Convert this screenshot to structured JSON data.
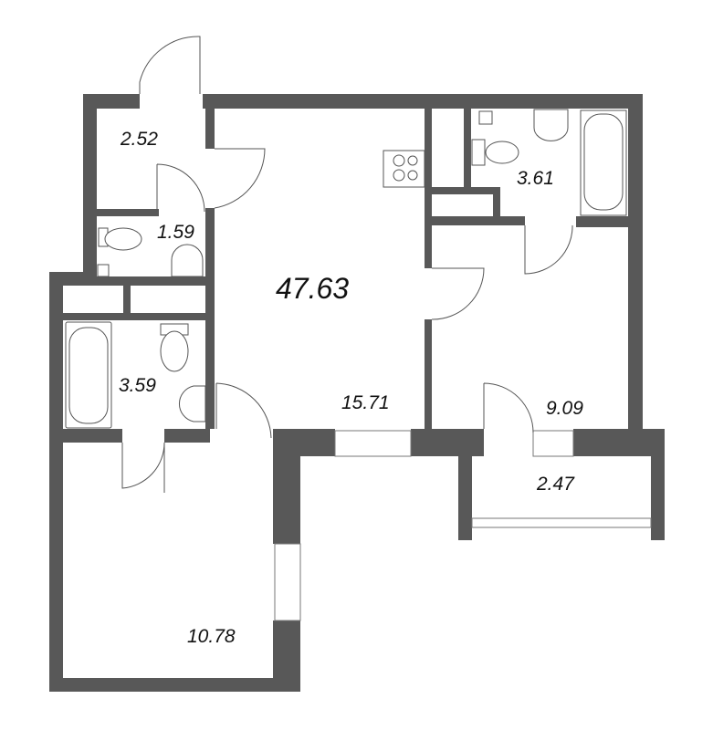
{
  "plan": {
    "total_area": "47.63",
    "rooms": [
      {
        "id": "hallway",
        "area": "2.52"
      },
      {
        "id": "wc",
        "area": "1.59"
      },
      {
        "id": "bathroom-left",
        "area": "3.59"
      },
      {
        "id": "kitchen-living",
        "area": "15.71"
      },
      {
        "id": "bathroom-right",
        "area": "3.61"
      },
      {
        "id": "bedroom-right",
        "area": "9.09"
      },
      {
        "id": "balcony",
        "area": "2.47"
      },
      {
        "id": "bedroom-left",
        "area": "10.78"
      }
    ]
  },
  "colors": {
    "wall": "#585858",
    "background": "#ffffff",
    "line": "#555555"
  }
}
